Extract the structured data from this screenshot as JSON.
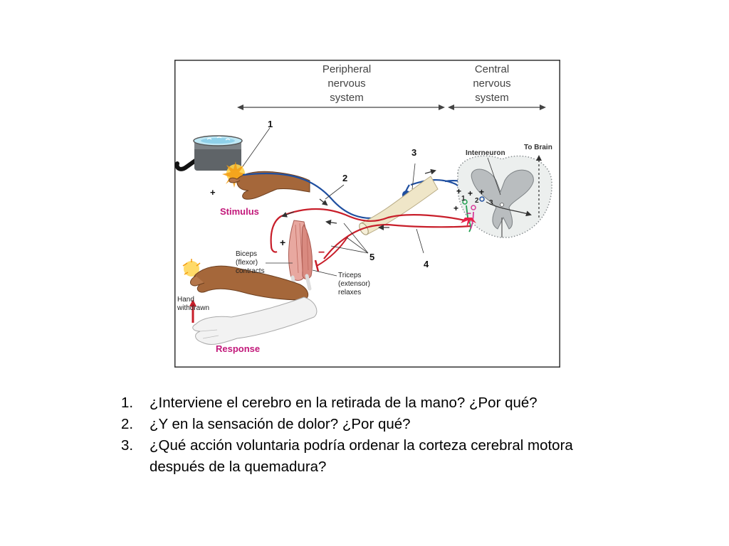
{
  "diagram": {
    "peripheral_label": [
      "Peripheral",
      "nervous",
      "system"
    ],
    "central_label": [
      "Central",
      "nervous",
      "system"
    ],
    "stimulus": "Stimulus",
    "response": "Response",
    "interneuron": "Interneuron",
    "to_brain": "To Brain",
    "biceps": [
      "Biceps",
      "(flexor)",
      "contracts"
    ],
    "triceps": [
      "Triceps",
      "(extensor)",
      "relaxes"
    ],
    "hand_withdrawn": [
      "Hand",
      "withdrawn"
    ],
    "markers": [
      "1",
      "2",
      "3",
      "4",
      "5"
    ],
    "synapse_numbers": [
      "1",
      "2",
      "3"
    ],
    "colors": {
      "sensory": "#1f4fa0",
      "motor": "#c81e2a",
      "label_magenta": "#c2187a",
      "skin": "#a5673a"
    }
  },
  "questions": [
    {
      "num": "1.",
      "text": "¿Interviene el cerebro en la retirada de la mano? ¿Por qué?"
    },
    {
      "num": "2.",
      "text": "¿Y en la sensación de dolor? ¿Por qué?"
    },
    {
      "num": "3.",
      "text": "¿Qué acción voluntaria podría ordenar la corteza cerebral motora",
      "text_cont": "después de la quemadura?"
    }
  ]
}
